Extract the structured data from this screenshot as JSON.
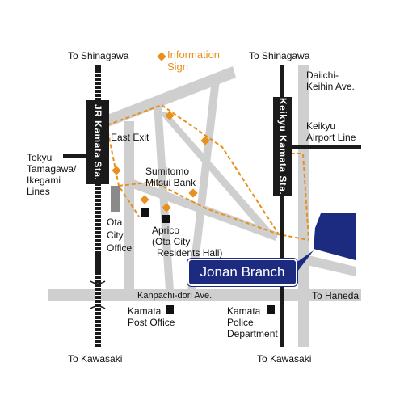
{
  "labels": {
    "to_shinagawa_left": "To Shinagawa",
    "to_shinagawa_right": "To Shinagawa",
    "information_sign_1": "Information",
    "information_sign_2": "Sign",
    "daiichi_keihin_1": "Daiichi-",
    "daiichi_keihin_2": "Keihin Ave.",
    "east_exit": "East Exit",
    "keikyu_airport_1": "Keikyu",
    "keikyu_airport_2": "Airport Line",
    "tokyu_1": "Tokyu",
    "tokyu_2": "Tamagawa/",
    "tokyu_3": "Ikegami",
    "tokyu_4": "Lines",
    "smbc_1": "Sumitomo",
    "smbc_2": "Mitsui Bank",
    "ota_city_1": "Ota",
    "ota_city_2": "City",
    "ota_city_3": "Office",
    "aprico_1": "Aprico",
    "aprico_2": "(Ota City",
    "aprico_3": "Residents Hall)",
    "kanpachi": "Kanpachi-dori Ave.",
    "to_haneda": "To Haneda",
    "kamata_post_1": "Kamata",
    "kamata_post_2": "Post Office",
    "kamata_police_1": "Kamata",
    "kamata_police_2": "Police",
    "kamata_police_3": "Department",
    "to_kawasaki_left": "To Kawasaki",
    "to_kawasaki_right": "To Kawasaki"
  },
  "stations": {
    "jr_kamata": "JR Kamata Sta.",
    "keikyu_kamata": "Keikyu Kamata Sta."
  },
  "branch": {
    "label": "Jonan Branch"
  },
  "colors": {
    "road": "#cfcfcf",
    "route": "#e8901e",
    "rail": "#1a1a1a",
    "branch": "#1c2a80",
    "ota_city_office": "#8a8a8a"
  },
  "icons": {
    "information_sign": "orange-diamond",
    "facility": "black-square"
  }
}
